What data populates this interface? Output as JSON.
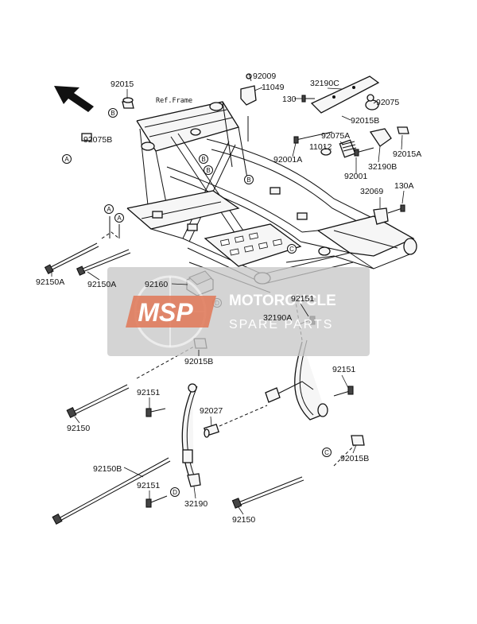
{
  "diagram": {
    "ref_frame_label": "Ref.Frame",
    "parts": {
      "p92015": "92015",
      "p92075B": "92075B",
      "p92009": "92009",
      "p11049": "11049",
      "p32190C": "32190C",
      "p130": "130",
      "p92075": "92075",
      "p92015B_top": "92015B",
      "p92075A": "92075A",
      "p11012": "11012",
      "p92015A": "92015A",
      "p92001A": "92001A",
      "p32190B": "32190B",
      "p92001": "92001",
      "p32069": "32069",
      "p130A": "130A",
      "p92150A_left": "92150A",
      "p92150A_right": "92150A",
      "p92160": "92160",
      "p92151_mid": "92151",
      "p32190A": "32190A",
      "p92015B_mid": "92015B",
      "p92151_right": "92151",
      "p92151_left": "92151",
      "p92027": "92027",
      "p92150_left": "92150",
      "p92150B": "92150B",
      "p92151_low": "92151",
      "p32190": "32190",
      "p92015B_low": "92015B",
      "p92150_low": "92150"
    },
    "callouts": {
      "A": "A",
      "B": "B",
      "C": "C",
      "D": "D"
    }
  },
  "watermark": {
    "logo": "MSP",
    "brand_line1": "MOTORCYCLE",
    "brand_line2": "SPARE PARTS",
    "colors": {
      "panel": "#c8c8c8",
      "logo": "#e07a5a",
      "text": "#ffffff"
    }
  }
}
